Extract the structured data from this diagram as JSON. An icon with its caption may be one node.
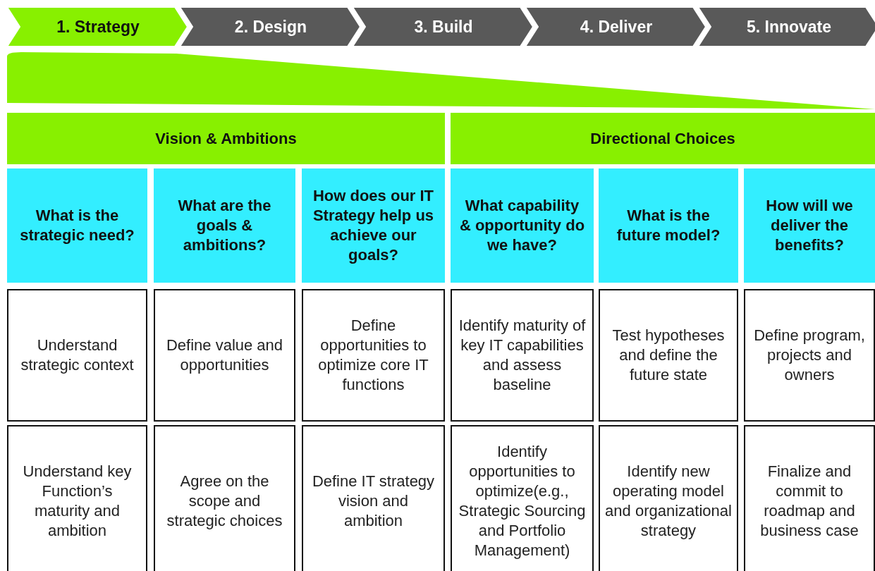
{
  "diagram": {
    "nodes": [
      {
        "text": [
          "1. Strategy"
        ]
      },
      {
        "text": [
          "2. Design"
        ]
      },
      {
        "text": [
          "3. Build"
        ]
      },
      {
        "text": [
          "4. Deliver"
        ]
      },
      {
        "text": [
          "5. Innovate"
        ]
      },
      {
        "text": [],
        "shape": "band"
      },
      {
        "text": [
          "Vision & Ambitions"
        ]
      },
      {
        "text": [
          "Directional Choices"
        ]
      },
      {
        "text": [
          "What is the strategic need?"
        ]
      },
      {
        "text": [
          "What are the goals & ambitions?"
        ]
      },
      {
        "text": [
          "How does our IT Strategy help us achieve our goals?"
        ]
      },
      {
        "text": [
          "What capability & opportunity do we have?"
        ]
      },
      {
        "text": [
          "What is the future model?"
        ]
      },
      {
        "text": [
          "How will we deliver the benefits?"
        ]
      },
      {
        "text": [
          "Understand strategic context"
        ]
      },
      {
        "text": [
          "Define value and opportunities"
        ]
      },
      {
        "text": [
          "Define opportunities to optimize core IT functions"
        ]
      },
      {
        "text": [
          "Identify maturity of key IT capabilities and assess baseline"
        ]
      },
      {
        "text": [
          "Test hypotheses and define the future state"
        ]
      },
      {
        "text": [
          "Define program, projects and owners"
        ]
      },
      {
        "text": [
          "Understand key Function’s maturity and ambition"
        ]
      },
      {
        "text": [
          "Agree on the scope and strategic choices"
        ]
      },
      {
        "text": [
          "Define IT strategy vision and ambition"
        ]
      },
      {
        "text": [
          "Identify opportunities to optimize(e.g., Strategic Sourcing and Portfolio Management)"
        ]
      },
      {
        "text": [
          "Identify new operating model and organizational strategy"
        ]
      },
      {
        "text": [
          "Finalize and commit to roadmap and business case"
        ]
      }
    ]
  }
}
